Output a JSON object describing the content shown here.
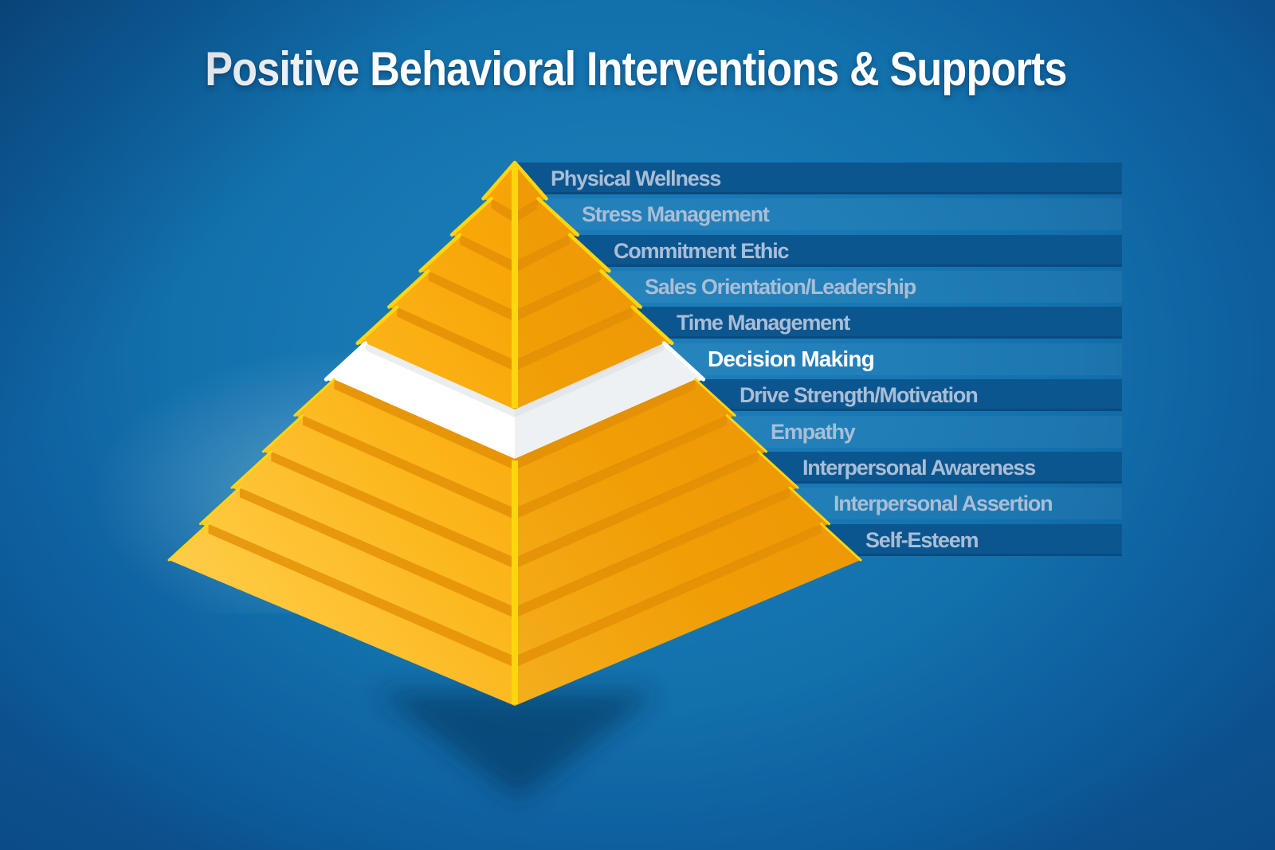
{
  "title": "Positive Behavioral Interventions & Supports",
  "pyramid": {
    "levels": [
      {
        "label": "Physical Wellness",
        "highlighted": false
      },
      {
        "label": "Stress Management",
        "highlighted": false
      },
      {
        "label": "Commitment Ethic",
        "highlighted": false
      },
      {
        "label": "Sales Orientation/Leadership",
        "highlighted": false
      },
      {
        "label": "Time Management",
        "highlighted": false
      },
      {
        "label": "Decision Making",
        "highlighted": true
      },
      {
        "label": "Drive Strength/Motivation",
        "highlighted": false
      },
      {
        "label": "Empathy",
        "highlighted": false
      },
      {
        "label": "Interpersonal Awareness",
        "highlighted": false
      },
      {
        "label": "Interpersonal Assertion",
        "highlighted": false
      },
      {
        "label": "Self-Esteem",
        "highlighted": false
      }
    ]
  },
  "colors": {
    "background_blue": "#1171AC",
    "banner_dark_blue": "#0C568F",
    "label_text": "#A9BED6",
    "highlight_text": "#FFFFFF",
    "pyramid_gold": "#F8A708",
    "pyramid_gold_light": "#FFD04E",
    "pyramid_edge_yellow": "#FFD60E",
    "pyramid_step_shadow": "#E28E05",
    "highlight_band": "#FFFFFF"
  }
}
